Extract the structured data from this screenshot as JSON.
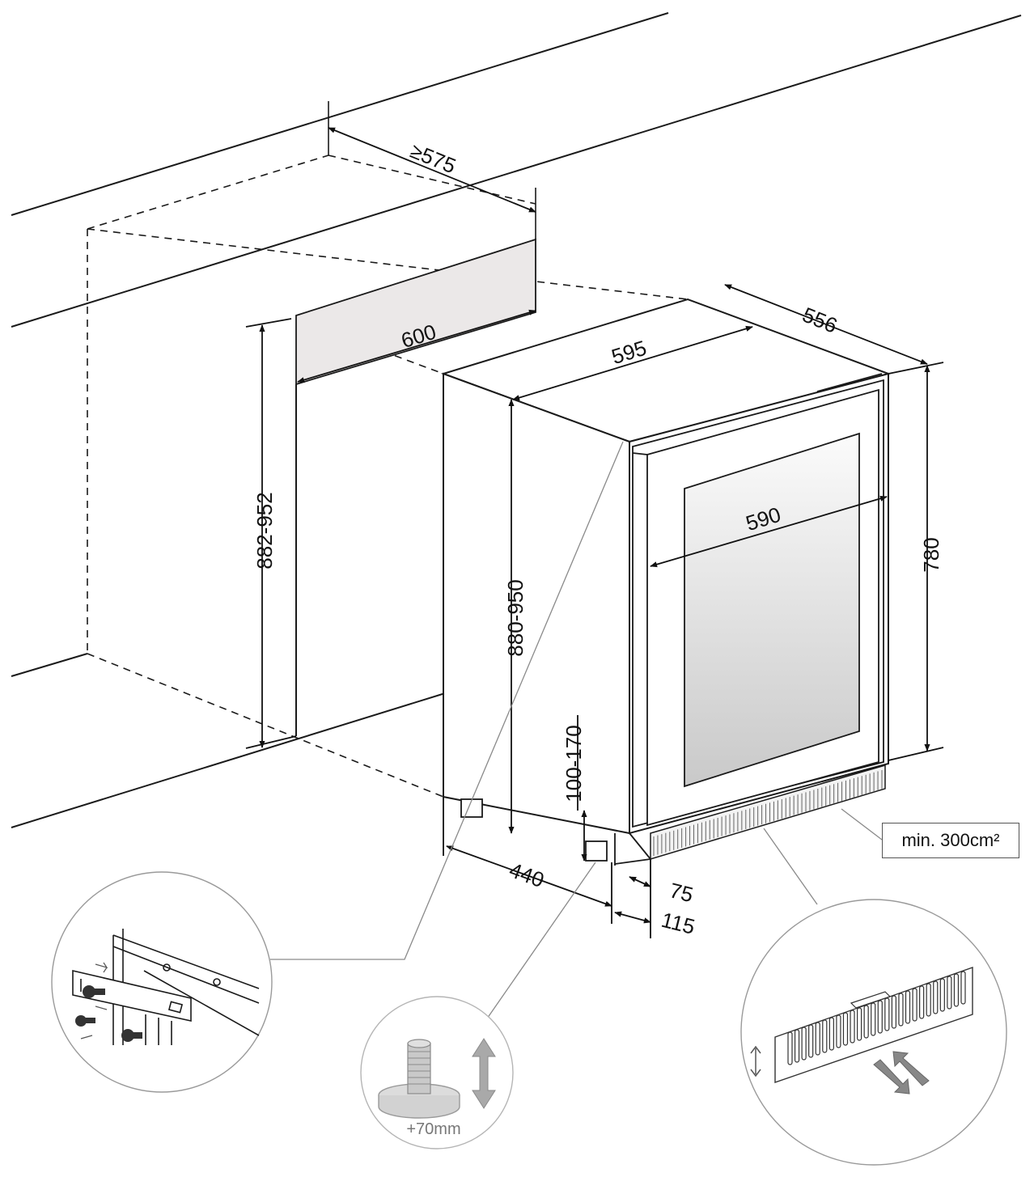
{
  "dimensions": {
    "niche_depth": "≥575",
    "niche_width": "600",
    "niche_height": "882-952",
    "appliance_width": "595",
    "appliance_depth": "556",
    "appliance_height": "880-950",
    "door_width": "590",
    "door_height": "780",
    "plinth_height": "100-170",
    "foot_depth": "440",
    "plinth_offset_1": "75",
    "plinth_offset_2": "115"
  },
  "ventilation_note": "min. 300cm²",
  "foot_adjustment": "+70mm",
  "colors": {
    "line": "#1a1a1a",
    "light_line": "#8a8a8a",
    "niche_fill": "#ebe8e8",
    "glass_top": "#fbfbfb",
    "glass_bottom": "#c9c9c9"
  }
}
